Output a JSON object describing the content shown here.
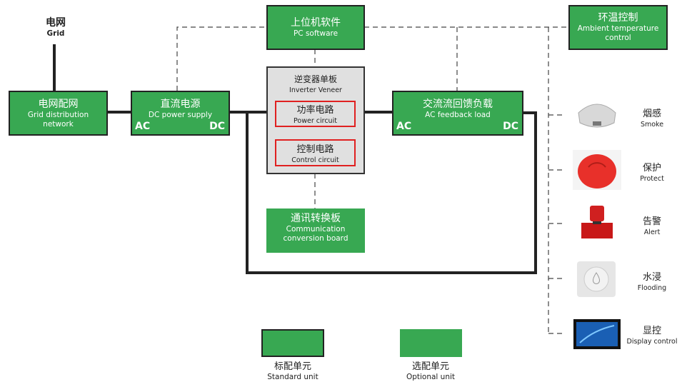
{
  "grid": {
    "zh": "电网",
    "en": "Grid"
  },
  "grid_distribution": {
    "zh": "电网配网",
    "en1": "Grid distribution",
    "en2": "network"
  },
  "dc_power": {
    "zh": "直流电源",
    "en": "DC power supply",
    "ac": "AC",
    "dc": "DC"
  },
  "pc_software": {
    "zh": "上位机软件",
    "en": "PC software"
  },
  "inverter": {
    "zh": "逆变器单板",
    "en": "Inverter Veneer"
  },
  "power_circuit": {
    "zh": "功率电路",
    "en": "Power circuit"
  },
  "control_circuit": {
    "zh": "控制电路",
    "en": "Control circuit"
  },
  "comm_board": {
    "zh": "通讯转换板",
    "en1": "Communication",
    "en2": "conversion board"
  },
  "ac_feedback": {
    "zh": "交流流回馈负载",
    "en": "AC feedback load",
    "ac": "AC",
    "dc": "DC"
  },
  "ambient": {
    "zh": "环温控制",
    "en1": "Ambient temperature",
    "en2": "control"
  },
  "devices": [
    {
      "zh": "烟感",
      "en": "Smoke",
      "icon": "smoke-detector-icon"
    },
    {
      "zh": "保护",
      "en": "Protect",
      "icon": "emergency-stop-icon"
    },
    {
      "zh": "告警",
      "en": "Alert",
      "icon": "alarm-light-icon"
    },
    {
      "zh": "水浸",
      "en": "Flooding",
      "icon": "water-sensor-icon"
    },
    {
      "zh": "显控",
      "en": "Display control",
      "icon": "display-screen-icon"
    }
  ],
  "legend": {
    "standard_zh": "标配单元",
    "standard_en": "Standard unit",
    "optional_zh": "选配单元",
    "optional_en": "Optional unit"
  },
  "colors": {
    "unit_green": "#38a852",
    "circuit_red": "#e02020",
    "panel_gray": "#e0e0e0"
  }
}
